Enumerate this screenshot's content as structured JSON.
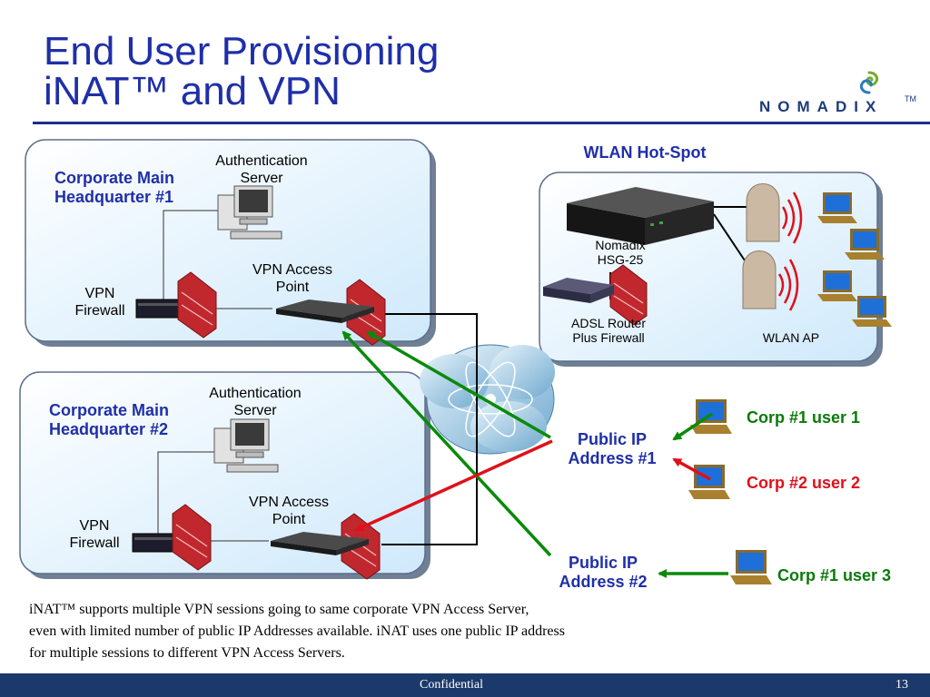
{
  "title": {
    "line1": "End User Provisioning",
    "line2": "iNAT™ and VPN"
  },
  "logo": {
    "word": "NOMADIX",
    "tm": "TM"
  },
  "hq1": {
    "name_line1": "Corporate Main",
    "name_line2": "Headquarter #1",
    "auth_line1": "Authentication",
    "auth_line2": "Server",
    "vpn_ap_line1": "VPN Access",
    "vpn_ap_line2": "Point",
    "firewall_line1": "VPN",
    "firewall_line2": "Firewall"
  },
  "hq2": {
    "name_line1": "Corporate Main",
    "name_line2": "Headquarter #2",
    "auth_line1": "Authentication",
    "auth_line2": "Server",
    "vpn_ap_line1": "VPN Access",
    "vpn_ap_line2": "Point",
    "firewall_line1": "VPN",
    "firewall_line2": "Firewall"
  },
  "hotspot": {
    "title": "WLAN Hot-Spot",
    "hsg_line1": "Nomadix",
    "hsg_line2": "HSG-25",
    "adsl_line1": "ADSL Router",
    "adsl_line2": "Plus Firewall",
    "wlan_ap": "WLAN AP"
  },
  "public_ip1": {
    "line1": "Public IP",
    "line2": "Address #1"
  },
  "public_ip2": {
    "line1": "Public IP",
    "line2": "Address #2"
  },
  "users": {
    "corp1_user1": "Corp #1 user 1",
    "corp2_user2": "Corp #2 user 2",
    "corp1_user3": "Corp #1 user 3"
  },
  "caption": {
    "line1": "iNAT™ supports multiple VPN sessions going to same corporate VPN Access Server,",
    "line2": "even with limited number of public IP Addresses available. iNAT uses one public IP address",
    "line3": "for multiple sessions to different VPN Access Servers."
  },
  "footer": {
    "confidential": "Confidential",
    "page": "13"
  },
  "colors": {
    "title_blue": "#1f2fa8",
    "arrow_green": "#0a8a0a",
    "arrow_red": "#e0101a",
    "footer": "#1b3a6b"
  }
}
